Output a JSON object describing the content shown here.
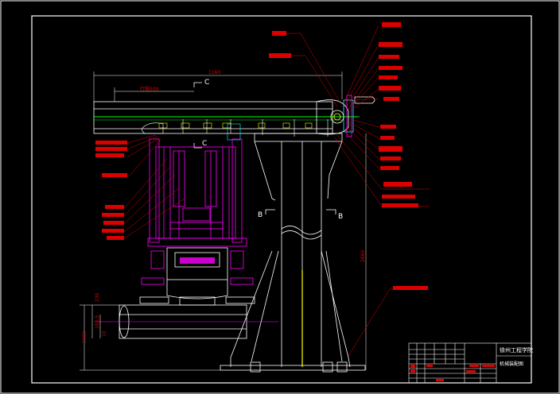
{
  "dimensions": {
    "overall_width": "1160",
    "stroke": "行程500",
    "height_total": "2660",
    "left_top": "230",
    "left_mid": "102.5",
    "left_low": "10",
    "left_total": "1000"
  },
  "section_letters": {
    "c_top": "C",
    "c_mid": "C",
    "b_left": "B",
    "b_right": "B"
  },
  "title_block": {
    "school": "徐州工程学院",
    "drawing_name": "机械装配图"
  },
  "colors": {
    "frame": "#ffffff",
    "geometry": "#ffffff",
    "magenta": "#ff00ff",
    "callout": "#ff0000",
    "axis": "#00ff00",
    "cyan": "#00ffff",
    "yellow": "#ffff00"
  }
}
